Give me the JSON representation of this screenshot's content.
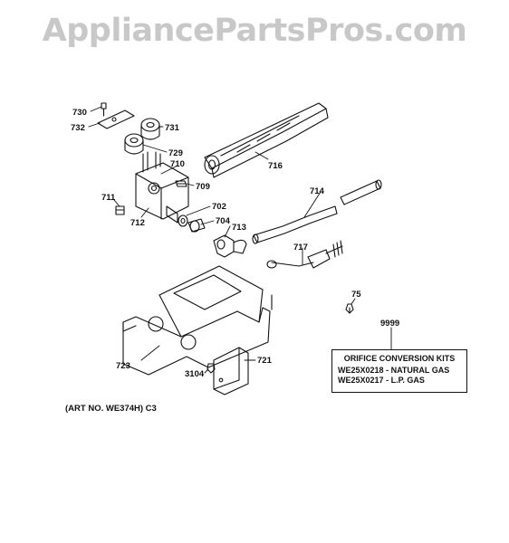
{
  "watermark": "AppliancePartsPros.com",
  "labels": {
    "p730": "730",
    "p732": "732",
    "p731": "731",
    "p729": "729",
    "p710": "710",
    "p709": "709",
    "p711": "711",
    "p712": "712",
    "p702": "702",
    "p704": "704",
    "p713": "713",
    "p716": "716",
    "p714": "714",
    "p717": "717",
    "p75": "75",
    "p9999": "9999",
    "p723": "723",
    "p721": "721",
    "p3104": "3104"
  },
  "kit": {
    "title": "ORIFICE CONVERSION KITS",
    "row1_part": "WE25X0218",
    "row1_sep": "-",
    "row1_desc": "NATURAL GAS",
    "row2_part": "WE25X0217",
    "row2_sep": "-",
    "row2_desc": "L.P. GAS"
  },
  "art_number": "(ART NO. WE374H) C3"
}
